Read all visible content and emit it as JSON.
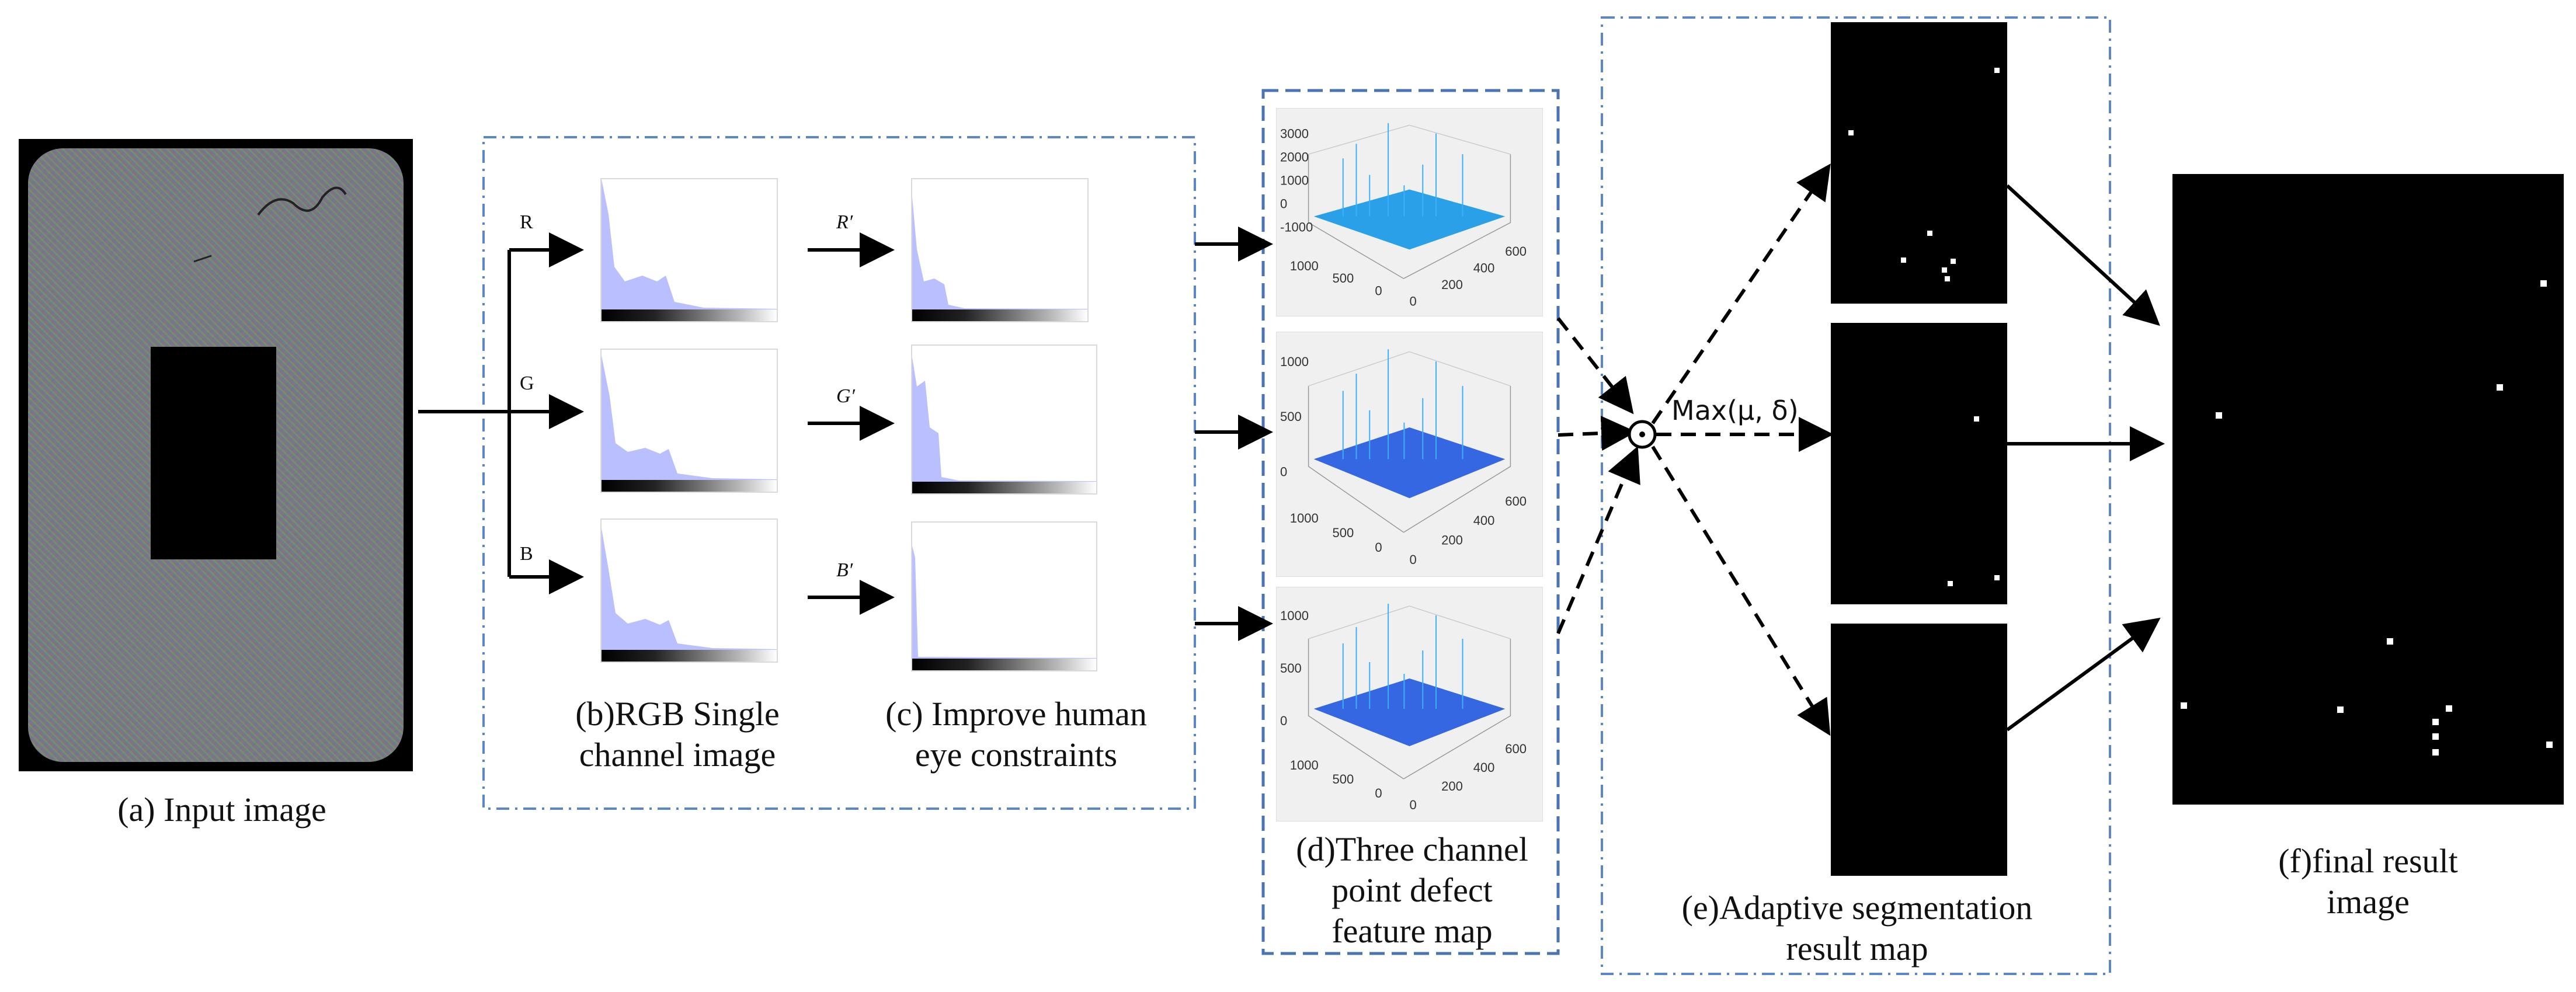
{
  "captions": {
    "a": "(a) Input image",
    "b_line1": "(b)RGB Single",
    "b_line2": "channel image",
    "c_line1": "(c) Improve human",
    "c_line2": "eye constraints",
    "d_line1": "(d)Three channel",
    "d_line2": "point defect",
    "d_line3": "feature map",
    "e_line1": "(e)Adaptive segmentation",
    "e_line2": "result map",
    "f_line1": "(f)final result",
    "f_line2": "image"
  },
  "channels": {
    "r": "R",
    "g": "G",
    "b": "B",
    "r_prime": "R′",
    "g_prime": "G′",
    "b_prime": "B′"
  },
  "operator": {
    "symbol": "⊙",
    "label": "Max(μ, δ)"
  },
  "plots": [
    {
      "z_ticks": [
        "3000",
        "2000",
        "1000",
        "0",
        "-1000"
      ],
      "left_ticks": [
        "1000",
        "500",
        "0"
      ],
      "right_ticks": [
        "0",
        "200",
        "400",
        "600"
      ],
      "surface_color": "#1e9be6"
    },
    {
      "z_ticks": [
        "1000",
        "500",
        "0"
      ],
      "left_ticks": [
        "1000",
        "500",
        "0"
      ],
      "right_ticks": [
        "0",
        "200",
        "400",
        "600"
      ],
      "surface_color": "#2a5fe0"
    },
    {
      "z_ticks": [
        "1000",
        "500",
        "0"
      ],
      "left_ticks": [
        "1000",
        "500",
        "0"
      ],
      "right_ticks": [
        "0",
        "200",
        "400",
        "600"
      ],
      "surface_color": "#2a5fe0"
    }
  ],
  "colors": {
    "dash_box": "#4a74b3",
    "histogram_fill": "#b9bfff",
    "arrow": "#000000"
  }
}
